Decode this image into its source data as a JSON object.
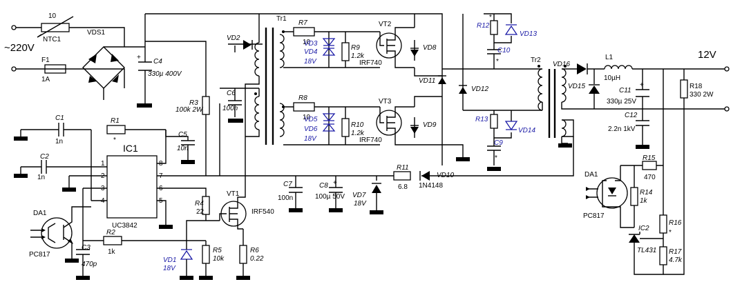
{
  "mains": "~220V",
  "output": "12V",
  "labels": {
    "ntc_value": "10",
    "ntc_name": "NTC1",
    "vds1": "VDS1",
    "f1": "F1",
    "f1_val": "1A",
    "c4": "C4",
    "c4_val": "330µ 400V",
    "r3": "R3",
    "r3_val": "100k 2W",
    "vd2": "VD2",
    "c6": "C6",
    "c6_val": "100n",
    "tr1": "Tr1",
    "tr2": "Tr2",
    "r7": "R7",
    "r7_val": "10",
    "r8": "R8",
    "r8_val": "10",
    "vd3": "VD3",
    "vd4": "VD4",
    "vd3_v": "18V",
    "vd5": "VD5",
    "vd6": "VD6",
    "vd5_v": "18V",
    "r9": "R9",
    "r9_val": "1.2k",
    "r10": "R10",
    "r10_val": "1.2k",
    "vt2": "VT2",
    "vt2_type": "IRF740",
    "vt3": "VT3",
    "vt3_type": "IRF740",
    "vd8": "VD8",
    "vd9": "VD9",
    "r12": "R12",
    "vd13": "VD13",
    "c10": "C10",
    "r13": "R13",
    "vd14": "VD14",
    "c9": "C9",
    "vd11": "VD11",
    "vd12": "VD12",
    "vd16": "VD16",
    "vd15": "VD15",
    "l1": "L1",
    "l1_val": "10µH",
    "c11": "C11",
    "c11_val": "330µ 25V",
    "c12": "C12",
    "c12_val": "2.2n 1kV",
    "r18": "R18",
    "r18_val": "330 2W",
    "c1": "C1",
    "c1_val": "1n",
    "c2": "C2",
    "c2_val": "1n",
    "r1": "R1",
    "c5": "C5",
    "c5_val": "10n",
    "ic1": "IC1",
    "ic1_type": "UC3842",
    "p1": "1",
    "p2": "2",
    "p3": "3",
    "p4": "4",
    "p5": "5",
    "p6": "6",
    "p7": "7",
    "p8": "8",
    "da1": "DA1",
    "pc817": "PC817",
    "r2": "R2",
    "r2_val": "1k",
    "c3": "C3",
    "c3_val": "470p",
    "r4": "R4",
    "r4_val": "22",
    "vt1": "VT1",
    "vt1_type": "IRF540",
    "vd1": "VD1",
    "vd1_v": "18V",
    "r5": "R5",
    "r5_val": "10k",
    "r6": "R6",
    "r6_val": "0.22",
    "c7": "C7",
    "c7_val": "100n",
    "c8": "C8",
    "c8_val": "100µ 50V",
    "vd7": "VD7",
    "vd7_v": "18V",
    "r11": "R11",
    "r11_val": "6.8",
    "vd10": "VD10",
    "vd10_type": "1N4148",
    "r15": "R15",
    "r15_val": "470",
    "r14": "R14",
    "r14_val": "1k",
    "r16": "R16",
    "ic2": "IC2",
    "ic2_type": "TL431",
    "r17": "R17",
    "r17_val": "4.7k",
    "star": "*",
    "plus": "+"
  },
  "colors": {
    "ink": "#000000",
    "accent": "#1a1aa6",
    "paper": "#ffffff"
  }
}
